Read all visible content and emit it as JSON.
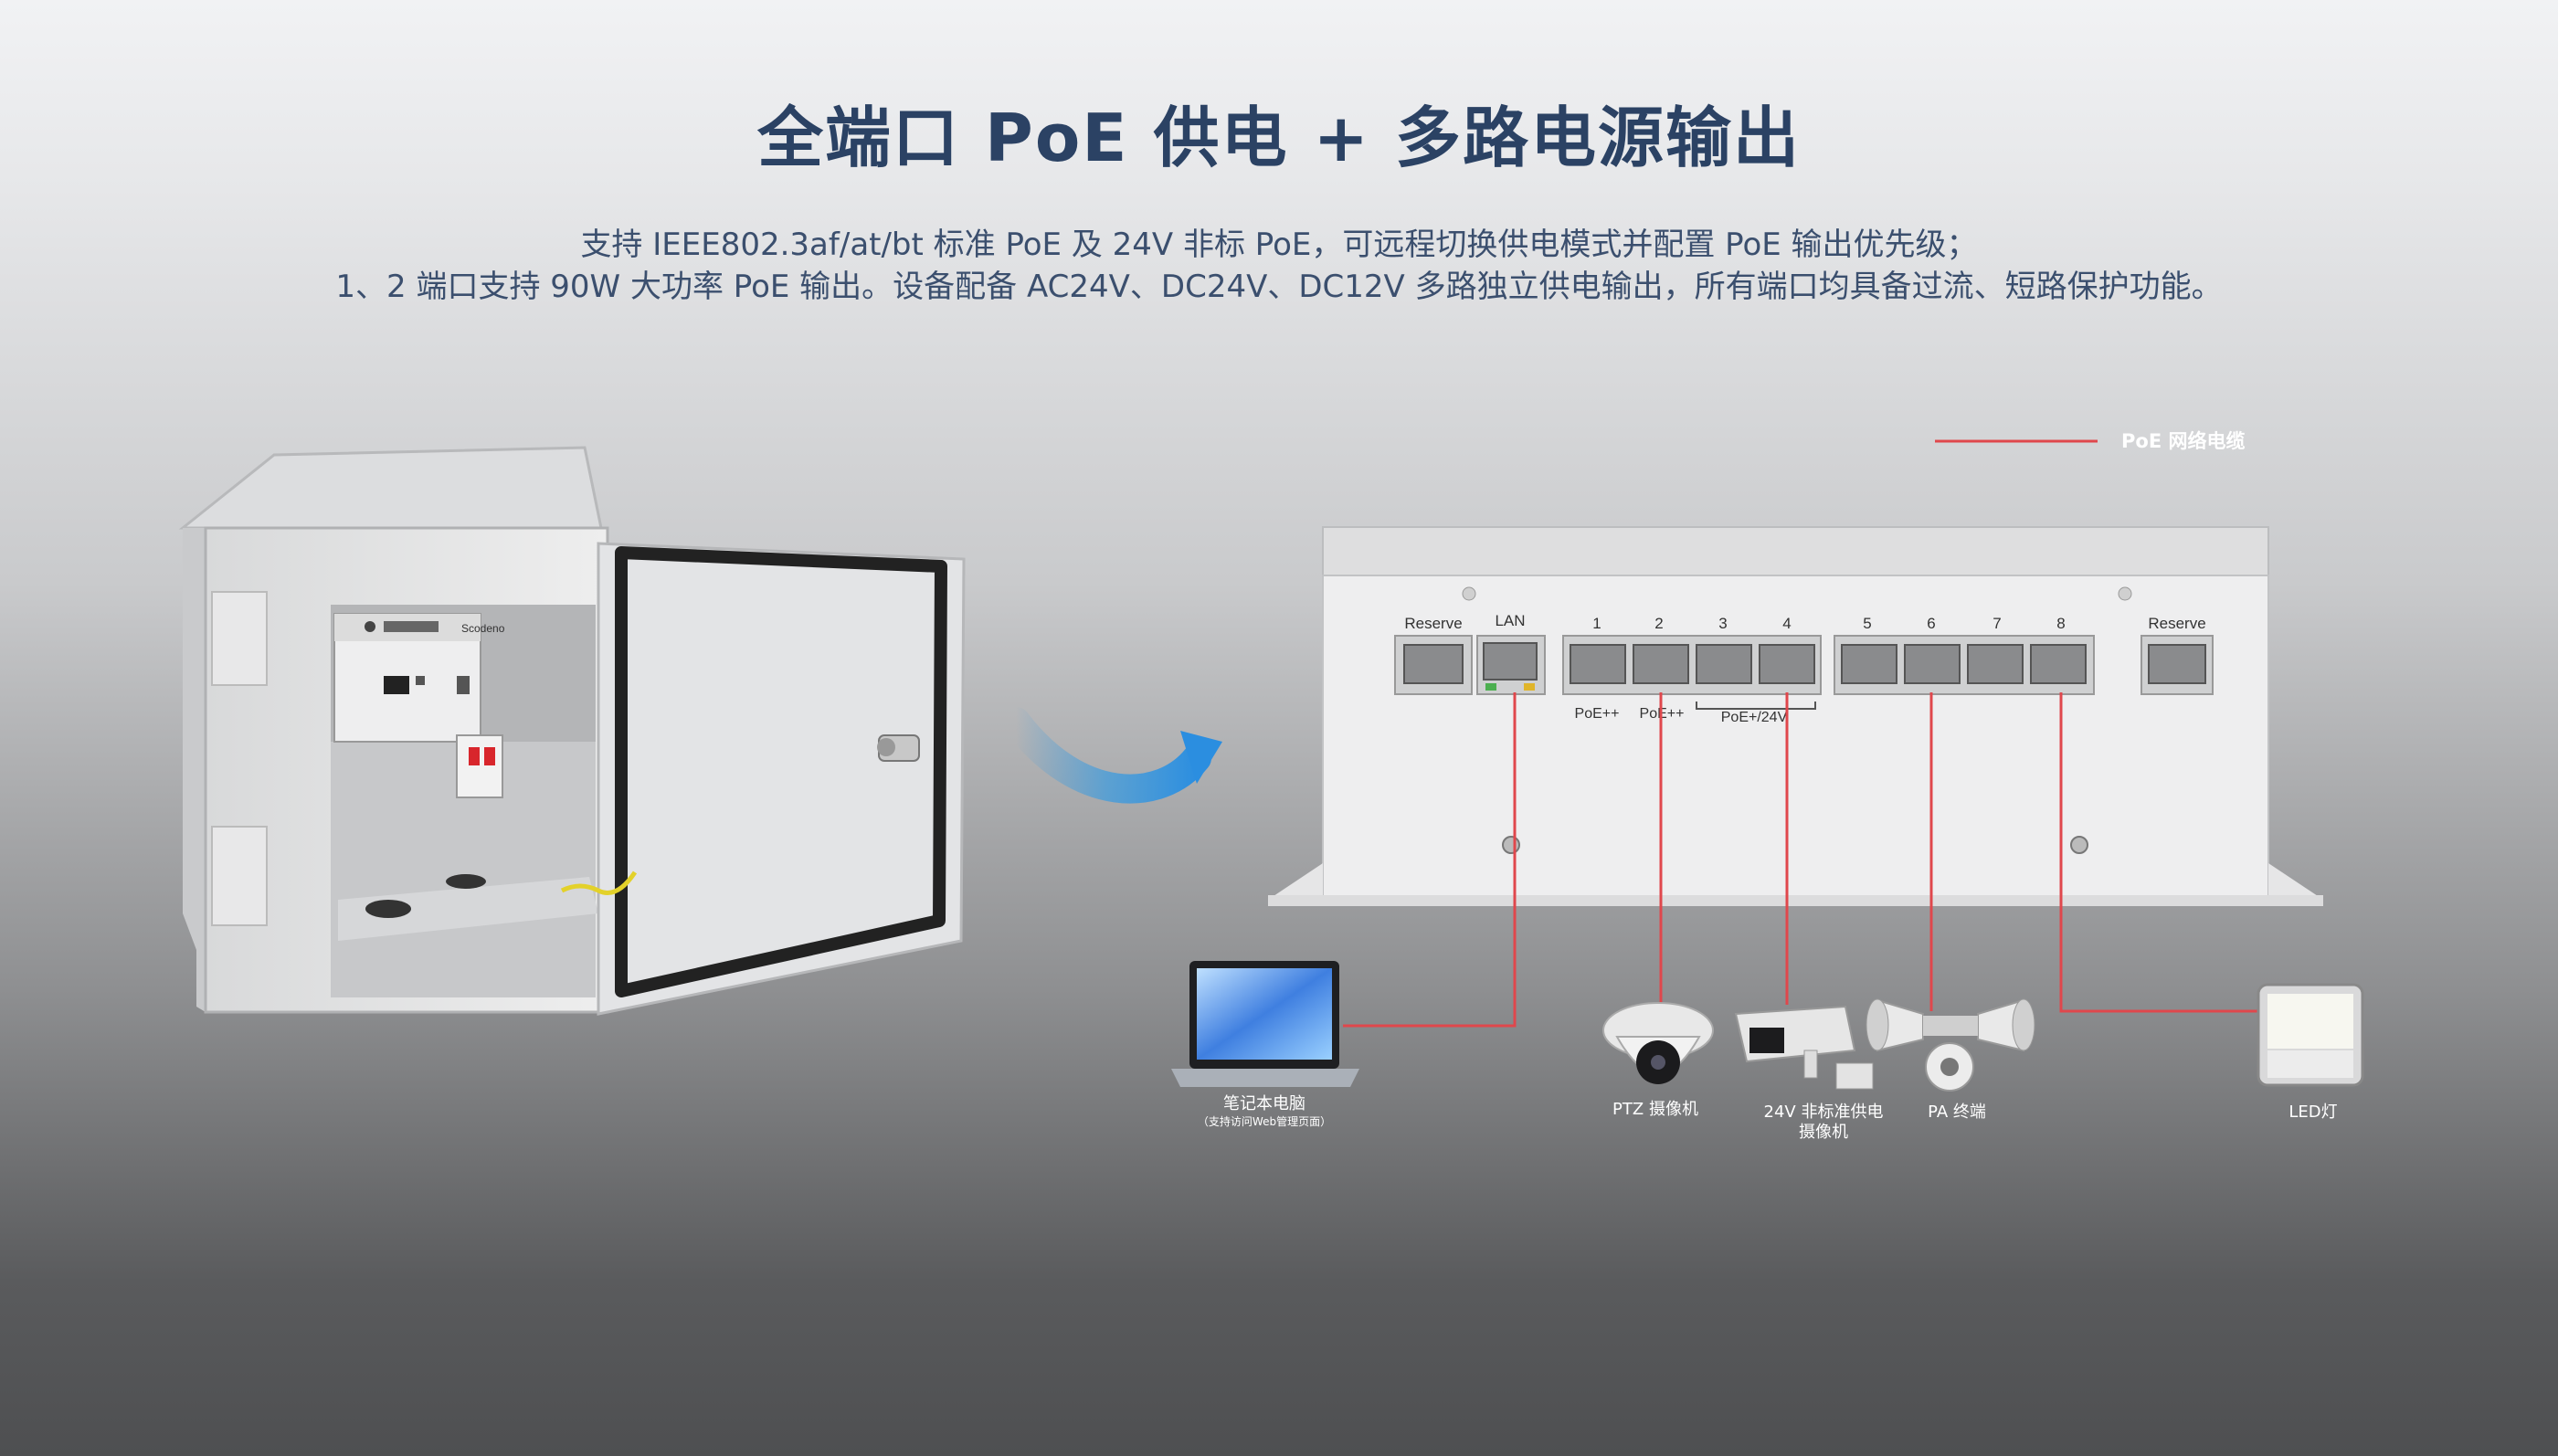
{
  "title": "全端口 PoE 供电 + 多路电源输出",
  "subtitle_lines": [
    "支持 IEEE802.3af/at/bt 标准 PoE 及 24V 非标 PoE，可远程切换供电模式并配置 PoE 输出优先级；",
    "1、2 端口支持 90W 大功率 PoE 输出。设备配备 AC24V、DC24V、DC12V 多路独立供电输出，所有端口均具备过流、短路保护功能。"
  ],
  "legend": {
    "label": "PoE 网络电缆",
    "line_color": "#e0474c"
  },
  "switch_panel": {
    "port_labels": [
      "Reserve",
      "LAN",
      "1",
      "2",
      "3",
      "4",
      "5",
      "6",
      "7",
      "8",
      "Reserve"
    ],
    "group_labels": [
      "PoE++",
      "PoE++",
      "PoE+/24V"
    ]
  },
  "devices": {
    "laptop": {
      "label": "笔记本电脑",
      "note": "（支持访问Web管理页面）"
    },
    "ptz_camera": {
      "label": "PTZ 摄像机"
    },
    "bullet_camera": {
      "label_line1": "24V 非标准供电",
      "label_line2": "摄像机"
    },
    "pa_terminal": {
      "label": "PA 终端"
    },
    "led_light": {
      "label": "LED灯"
    }
  },
  "enclosure": {
    "brand": "Scodeno"
  },
  "colors": {
    "title": "#2b4264",
    "cable": "#e0474c",
    "arrow": "#3a9be0"
  }
}
